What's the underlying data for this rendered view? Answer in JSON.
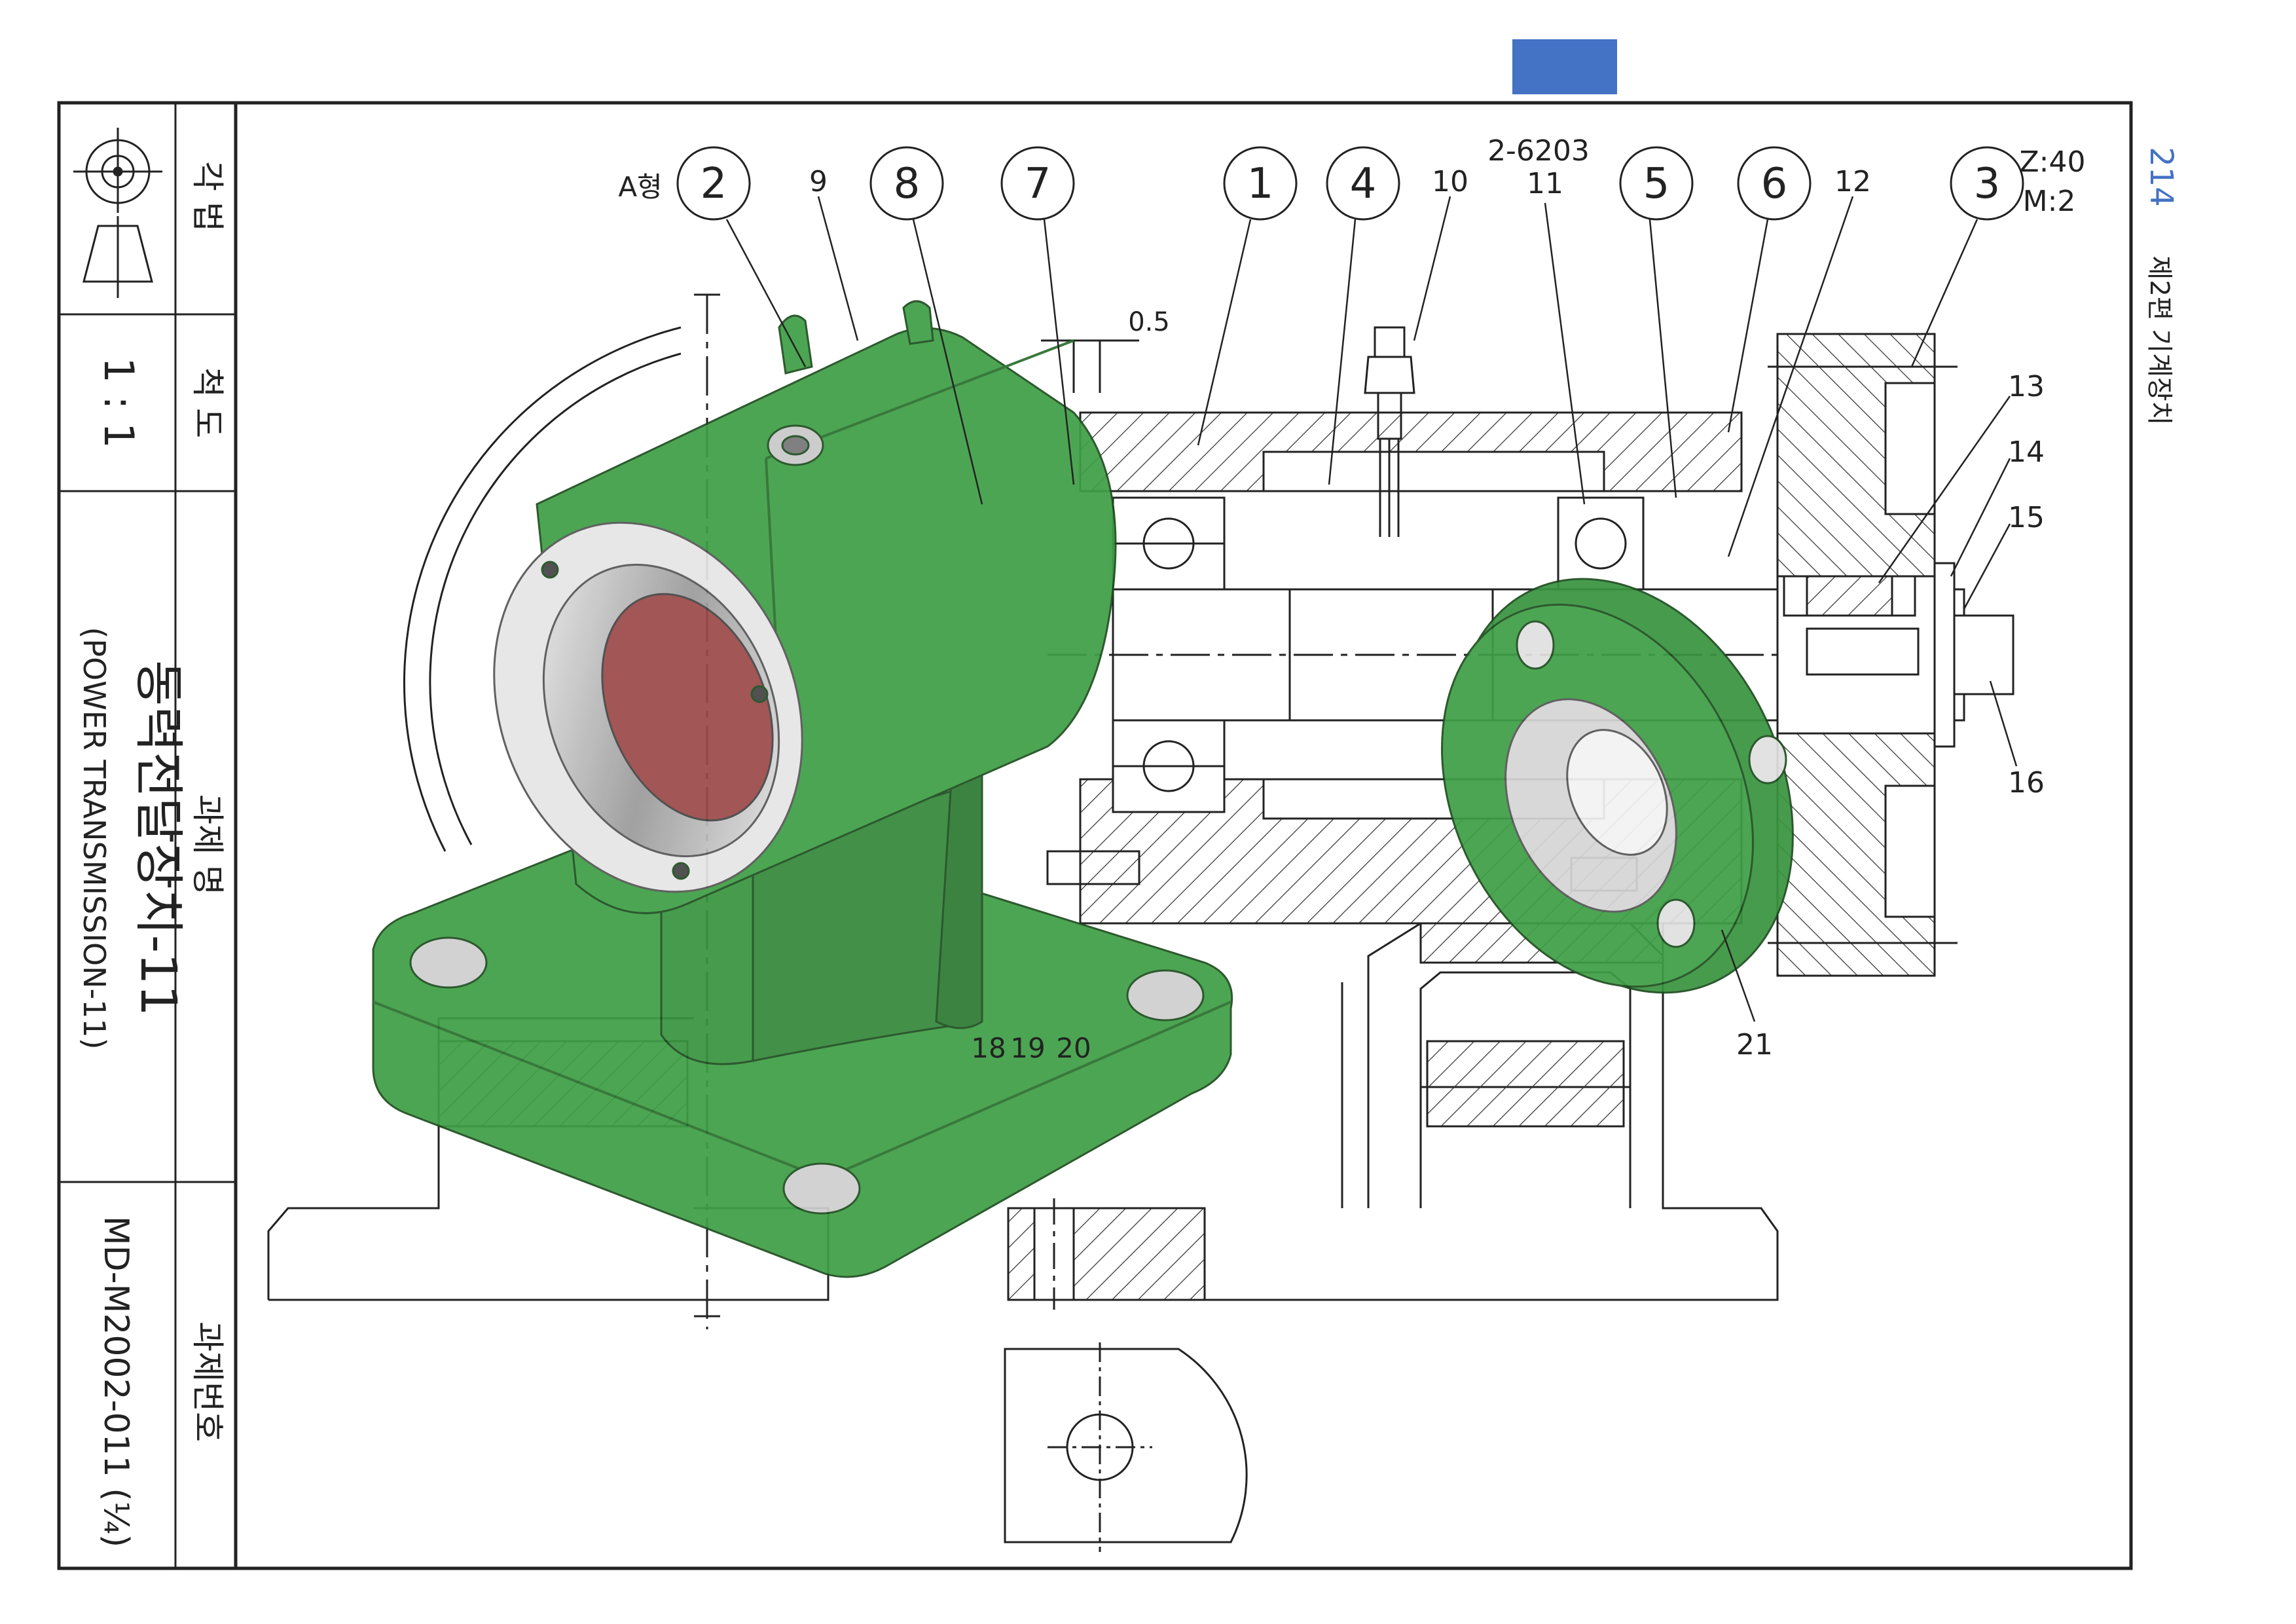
{
  "page": {
    "page_number": "214",
    "section_title": "제2편 기계장치",
    "accent_color": "#4472c4",
    "model_color": "#3f9f45"
  },
  "title_block": {
    "projection_label": "각 법",
    "scale_label": "척 도",
    "scale_value": "1 : 1",
    "task_name_label": "과제 명",
    "task_name": "동력전달장치-11",
    "task_name_en": "(POWER TRANSMISSION-11)",
    "task_number_label": "과제번호",
    "task_number": "MD-M2002-011 (¼)"
  },
  "balloons": [
    {
      "id": "2",
      "prefix": "A형"
    },
    {
      "id": "8"
    },
    {
      "id": "7"
    },
    {
      "id": "1"
    },
    {
      "id": "4"
    },
    {
      "id": "5"
    },
    {
      "id": "6"
    },
    {
      "id": "3"
    }
  ],
  "callouts": {
    "c9": "9",
    "c10": "10",
    "bearing": "2-6203",
    "c11": "11",
    "c12": "12",
    "c13": "13",
    "c14": "14",
    "c15": "15",
    "c16": "16",
    "c18": "18",
    "c19": "19",
    "c20": "20",
    "c21": "21",
    "gear_z": "Z:40",
    "gear_m": "M:2",
    "dim_gap": "0.5"
  },
  "icons": [
    "projection-symbol-icon",
    "grease-nipple-icon"
  ]
}
